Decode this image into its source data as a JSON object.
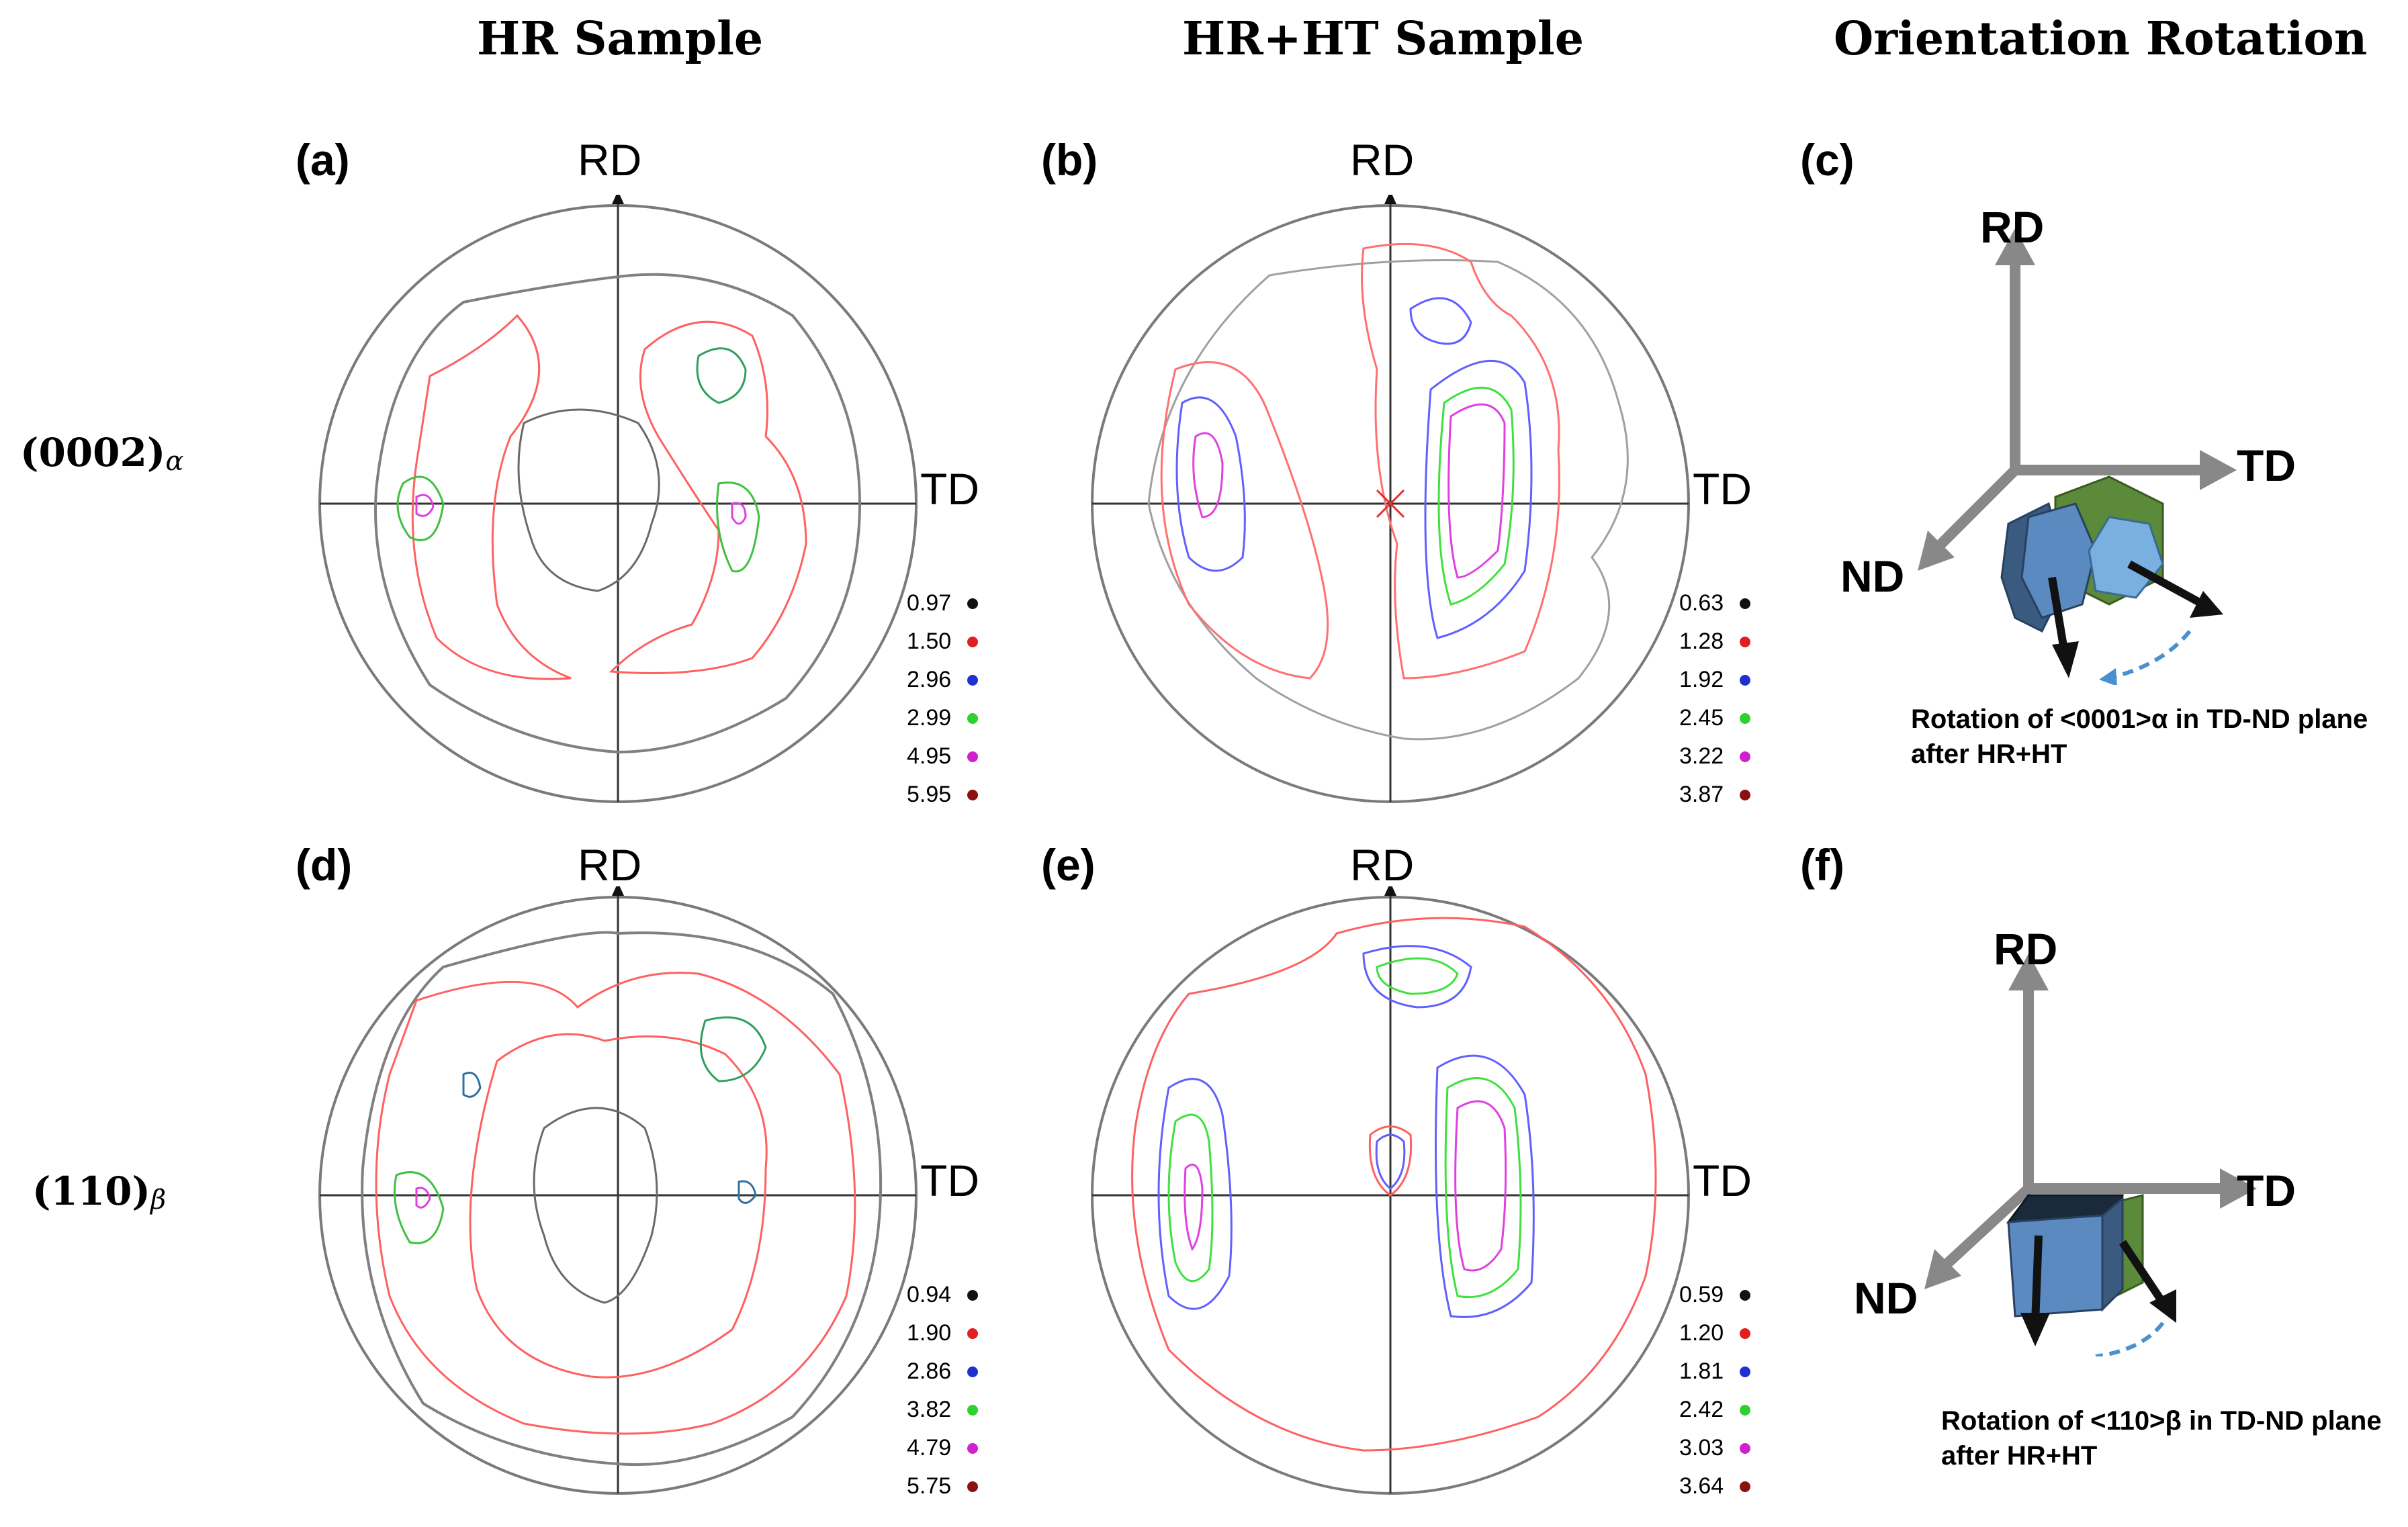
{
  "column_headers": [
    "HR Sample",
    "HR+HT Sample",
    "Orientation Rotation"
  ],
  "row_labels": [
    {
      "main": "(0002)",
      "sub": "α"
    },
    {
      "main": "(110)",
      "sub": "β"
    }
  ],
  "axes": {
    "rd": "RD",
    "td": "TD",
    "nd": "ND"
  },
  "panels": {
    "a": {
      "label": "(a)",
      "legend": [
        "0.97",
        "1.50",
        "2.96",
        "2.99",
        "4.95",
        "5.95"
      ]
    },
    "b": {
      "label": "(b)",
      "legend": [
        "0.63",
        "1.28",
        "1.92",
        "2.45",
        "3.22",
        "3.87"
      ]
    },
    "c": {
      "label": "(c)",
      "caption": "Rotation of <0001>α in TD-ND plane after HR+HT"
    },
    "d": {
      "label": "(d)",
      "legend": [
        "0.94",
        "1.90",
        "2.86",
        "3.82",
        "4.79",
        "5.75"
      ]
    },
    "e": {
      "label": "(e)",
      "legend": [
        "0.59",
        "1.20",
        "1.81",
        "2.42",
        "3.03",
        "3.64"
      ]
    },
    "f": {
      "label": "(f)",
      "caption": "Rotation of <110>β in TD-ND plane after HR+HT"
    }
  },
  "legend_colors": [
    "#111111",
    "#e02020",
    "#2030d0",
    "#30d030",
    "#d020d0",
    "#8b1010"
  ],
  "contour_colors": {
    "level1": "#808080",
    "level2": "#ff6060",
    "level3": "#6060ff",
    "level4": "#40e040",
    "level5": "#e040e0"
  }
}
